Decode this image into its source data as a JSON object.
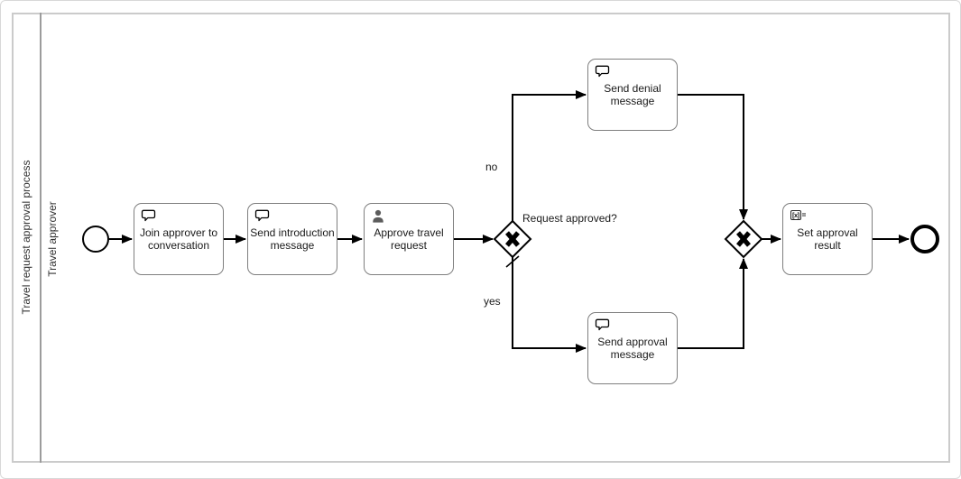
{
  "diagram": {
    "pool": {
      "label": "Travel request approval process",
      "lane_label": "Travel approver"
    },
    "tasks": {
      "join": "Join approver to conversation",
      "intro": "Send introduction message",
      "approve": "Approve travel request",
      "denial": "Send denial message",
      "approval": "Send approval message",
      "result": "Set approval result"
    },
    "gateway_label": "Request approved?",
    "edge_labels": {
      "no": "no",
      "yes": "yes"
    },
    "icons": {
      "expression_box": "[x]",
      "expression_eq": "="
    }
  }
}
